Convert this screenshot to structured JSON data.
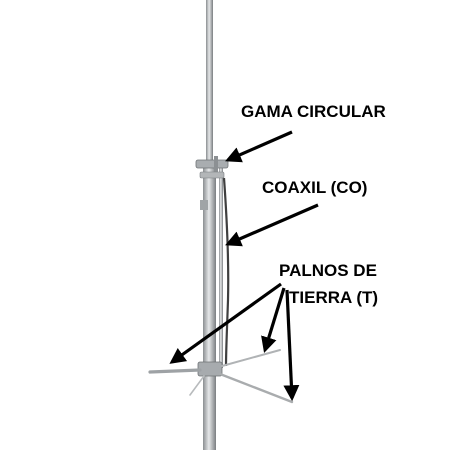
{
  "labels": {
    "gamma": "GAMA CIRCULAR",
    "coax": "COAXIL (CO)",
    "ground_line1": "PALNOS DE",
    "ground_line2": "TIERRA (T)"
  },
  "colors": {
    "background": "#ffffff",
    "mast": "#b9bcbe",
    "mast_edge": "#7e8285",
    "coax": "#3f3f3f",
    "arrow": "#000000",
    "text": "#000000"
  }
}
